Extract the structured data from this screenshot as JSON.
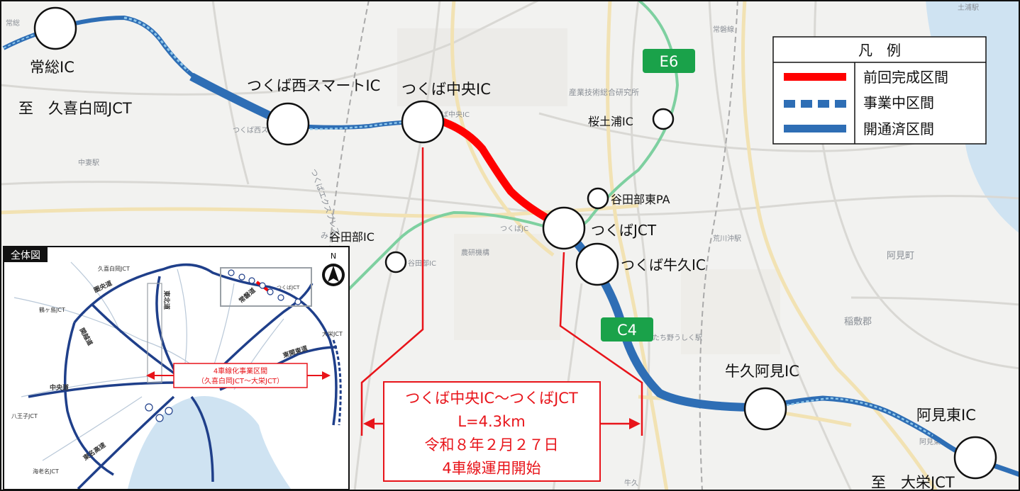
{
  "interchanges": {
    "joso": "常総IC",
    "tsukuba_nishi": "つくば西スマートIC",
    "tsukuba_chuo": "つくば中央IC",
    "sakuratsuchiura": "桜土浦IC",
    "yatabe_higashi_pa": "谷田部東PA",
    "yatabe": "谷田部IC",
    "tsukuba_jct": "つくばJCT",
    "tsukuba_ushiku": "つくば牛久IC",
    "ushiku_ami": "牛久阿見IC",
    "ami_higashi": "阿見東IC"
  },
  "destinations": {
    "west": "至　久喜白岡JCT",
    "east": "至　大栄JCT"
  },
  "route_badges": {
    "e6": "E6",
    "c4": "C4"
  },
  "colors": {
    "completed": "#ff0000",
    "under_construction": "#2e6eb5",
    "open": "#2e6eb5",
    "badge": "#1aa24a",
    "annotation": "#e8141a"
  },
  "legend": {
    "title": "凡　例",
    "items": [
      {
        "label": "前回完成区間",
        "style": "completed"
      },
      {
        "label": "事業中区間",
        "style": "under_construction"
      },
      {
        "label": "開通済区間",
        "style": "open"
      }
    ]
  },
  "callout": {
    "line1": "つくば中央IC～つくばJCT",
    "line2": "L=4.3km",
    "line3": "令和８年２月２７日",
    "line4": "4車線運用開始"
  },
  "base_map_labels": {
    "research": "産業技術総合研究所",
    "tsukuba_nishi_small": "つくば西ス",
    "tsukuba_chuo_small": "ば中央IC",
    "tsukuba_jct_small": "つくばJC",
    "yatabe_small": "谷田部IC",
    "ami_town": "阿見町",
    "inashiki": "稲敷郡",
    "arakawaoki": "荒川沖駅",
    "hitachino": "ひたち野うしく駅",
    "nakatsuma": "中妻駅",
    "miyawada": "みど",
    "nojikkoku": "農研機構",
    "ushiku_small": "牛久",
    "ami_higashi_small": "阿見東I",
    "tsuchiura": "土浦駅",
    "joso_small": "常総",
    "tsukuba_express": "つくばエクスプレス",
    "jojo": "常磐線"
  },
  "inset": {
    "title": "全体図",
    "north": "N",
    "labels": {
      "kuki": "久喜白岡JCT",
      "tsurugashima": "鶴ヶ島JCT",
      "hachioji": "八王子JCT",
      "ebina": "海老名JCT",
      "daiei": "大栄JCT",
      "tsukuba_jct": "つくばJCT",
      "kenodo": "圏央道",
      "tohoku": "東北道",
      "kanetsu": "関越道",
      "chuo": "中央道",
      "tomei": "東名高速",
      "kanto_higashi": "東関東道",
      "joban": "常磐道"
    },
    "project": {
      "line1": "4車線化事業区間",
      "line2": "（久喜白岡JCT～大栄JCT）"
    }
  }
}
